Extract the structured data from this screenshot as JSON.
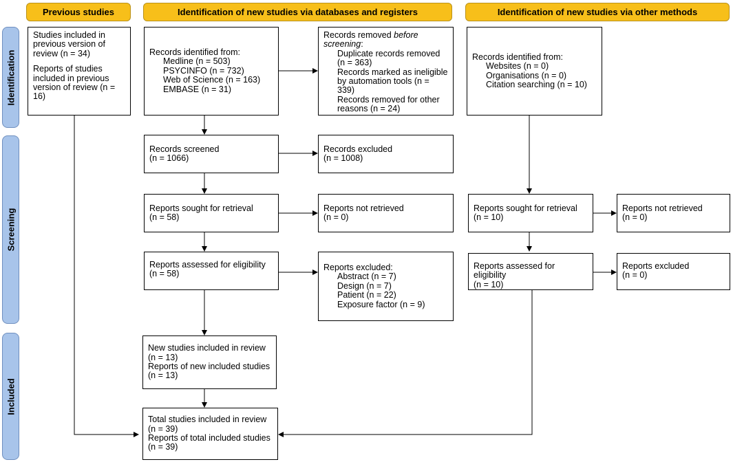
{
  "headers": {
    "previous": "Previous studies",
    "databases": "Identification of new studies via databases and registers",
    "other": "Identification of new studies via other methods"
  },
  "stages": {
    "identification": "Identification",
    "screening": "Screening",
    "included": "Included"
  },
  "previous": {
    "studies_included": "Studies included in previous version of review (n = 34)",
    "reports_included": "Reports of studies included in previous version of review (n = 16)"
  },
  "databases": {
    "identified": {
      "title": "Records identified from:",
      "items": [
        "Medline (n = 503)",
        "PSYCINFO (n = 732)",
        "Web of Science (n = 163)",
        "EMBASE (n = 31)"
      ]
    },
    "removed": {
      "title_prefix": "Records removed ",
      "title_italic": "before screening",
      "title_suffix": ":",
      "items": [
        "Duplicate records removed (n = 363)",
        "Records marked as ineligible by automation tools (n = 339)",
        "Records removed for other reasons (n = 24)"
      ]
    },
    "screened": {
      "label": "Records screened",
      "count": "(n = 1066)"
    },
    "excluded": {
      "label": "Records excluded",
      "count": "(n = 1008)"
    },
    "sought": {
      "label": "Reports sought for retrieval",
      "count": "(n = 58)"
    },
    "not_retrieved": {
      "label": "Reports not retrieved",
      "count": "(n = 0)"
    },
    "assessed": {
      "label": "Reports assessed for eligibility",
      "count": "(n = 58)"
    },
    "reports_excluded": {
      "title": "Reports excluded:",
      "items": [
        "Abstract (n = 7)",
        "Design (n = 7)",
        "Patient (n = 22)",
        "Exposure factor (n = 9)"
      ]
    },
    "new_included": {
      "studies_label": "New studies included in review",
      "studies_count": "(n = 13)",
      "reports_label": "Reports of new included studies",
      "reports_count": "(n = 13)"
    }
  },
  "total": {
    "studies_label": "Total studies included in review",
    "studies_count": "(n = 39)",
    "reports_label": "Reports of total included studies",
    "reports_count": "(n = 39)"
  },
  "other": {
    "identified": {
      "title": "Records identified from:",
      "items": [
        "Websites (n = 0)",
        "Organisations (n = 0)",
        "Citation searching (n = 10)"
      ]
    },
    "sought": {
      "label": "Reports sought for retrieval",
      "count": "(n = 10)"
    },
    "not_retrieved": {
      "label": "Reports not retrieved",
      "count": "(n = 0)"
    },
    "assessed": {
      "label": "Reports assessed for eligibility",
      "count": "(n = 10)"
    },
    "excluded": {
      "label": "Reports excluded",
      "count": "(n = 0)"
    }
  }
}
